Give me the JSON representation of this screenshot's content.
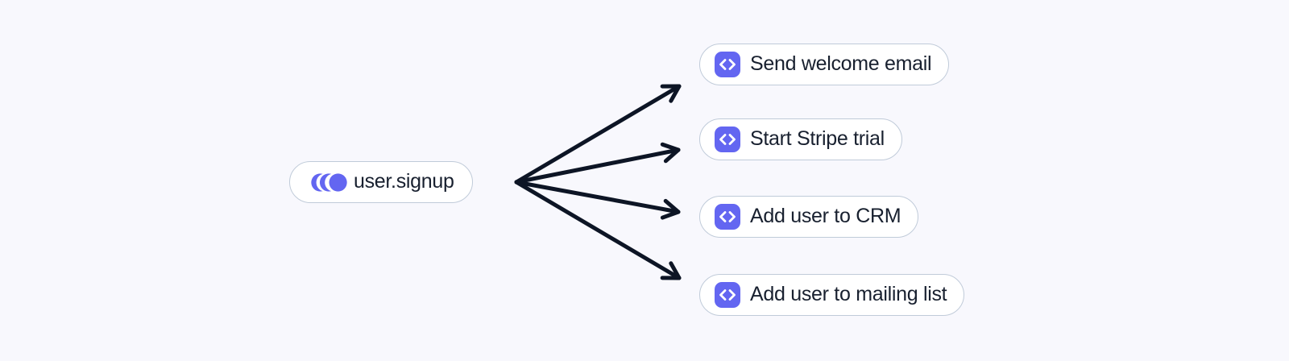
{
  "diagram": {
    "trigger": {
      "label": "user.signup",
      "icon": "event-icon"
    },
    "functions": [
      {
        "label": "Send welcome email",
        "icon": "code-icon"
      },
      {
        "label": "Start Stripe trial",
        "icon": "code-icon"
      },
      {
        "label": "Add user to CRM",
        "icon": "code-icon"
      },
      {
        "label": "Add user to mailing list",
        "icon": "code-icon"
      }
    ],
    "edges": [
      {
        "from": "user.signup",
        "to": "Send welcome email"
      },
      {
        "from": "user.signup",
        "to": "Start Stripe trial"
      },
      {
        "from": "user.signup",
        "to": "Add user to CRM"
      },
      {
        "from": "user.signup",
        "to": "Add user to mailing list"
      }
    ],
    "colors": {
      "accent": "#6366f1",
      "node_background": "#ffffff",
      "node_border": "#c0cbd9",
      "text": "#18202f",
      "arrow": "#0d1525",
      "canvas_background": "#f8f8fd"
    }
  }
}
